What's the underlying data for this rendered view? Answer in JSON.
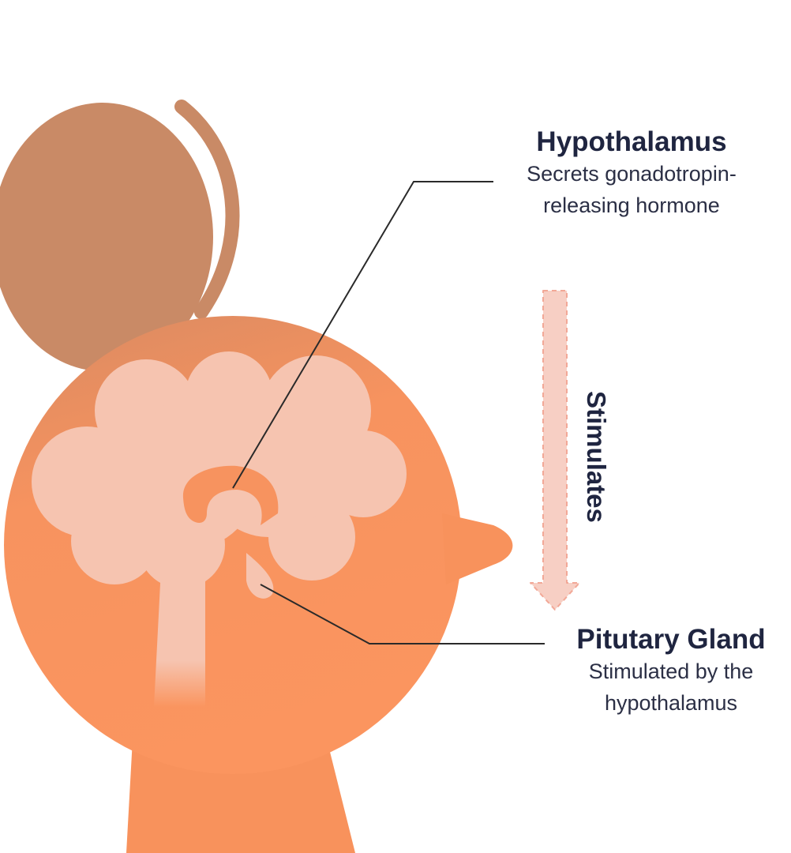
{
  "hypothalamus": {
    "title": "Hypothalamus",
    "desc_line1": "Secrets gonadotropin-",
    "desc_line2": "releasing hormone"
  },
  "arrow": {
    "label": "Stimulates"
  },
  "pituitary": {
    "title": "Pitutary Gland",
    "desc_line1": "Stimulated by the",
    "desc_line2": "hypothalamus"
  },
  "colors": {
    "hair": "#c98a66",
    "head": "#f7935f",
    "brain": "#f6c4b0",
    "arrow": "#f7cfc4",
    "text": "#1f2540",
    "leader": "#2a2a2a"
  }
}
